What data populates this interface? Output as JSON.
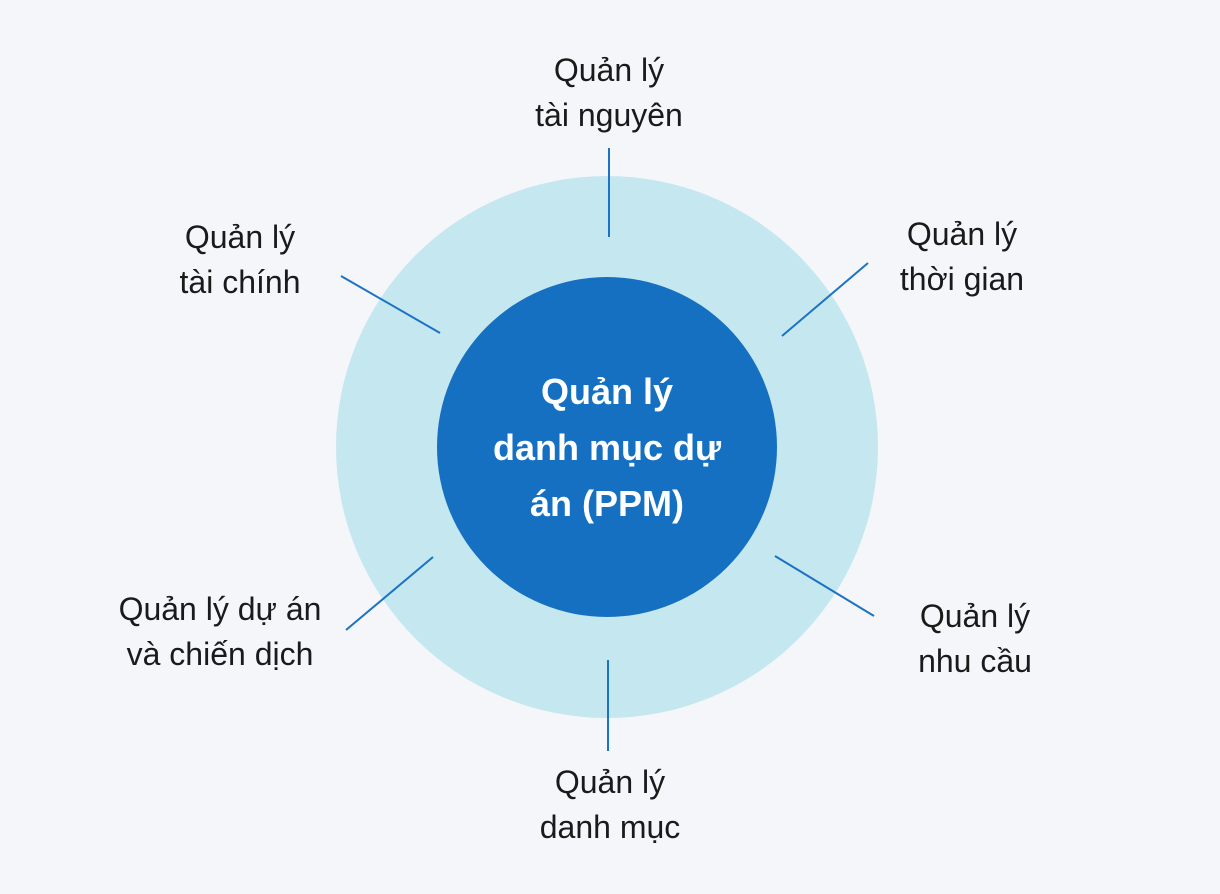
{
  "colors": {
    "background": "#f5f6f9",
    "outer_ring": "#c5e7ef",
    "inner_circle": "#1570c2",
    "connector": "#1a73c4",
    "label_text": "#1a1a1a",
    "center_text": "#ffffff"
  },
  "center": {
    "lines": [
      "Quản lý",
      "danh mục dự",
      "án (PPM)"
    ]
  },
  "spokes": [
    {
      "id": "resource",
      "lines": [
        "Quản lý",
        "tài nguyên"
      ]
    },
    {
      "id": "time",
      "lines": [
        "Quản lý",
        "thời gian"
      ]
    },
    {
      "id": "demand",
      "lines": [
        "Quản lý",
        "nhu cầu"
      ]
    },
    {
      "id": "portfolio",
      "lines": [
        "Quản lý",
        "danh mục"
      ]
    },
    {
      "id": "project-campaign",
      "lines": [
        "Quản lý dự án",
        "và chiến dịch"
      ]
    },
    {
      "id": "finance",
      "lines": [
        "Quản lý",
        "tài chính"
      ]
    }
  ]
}
